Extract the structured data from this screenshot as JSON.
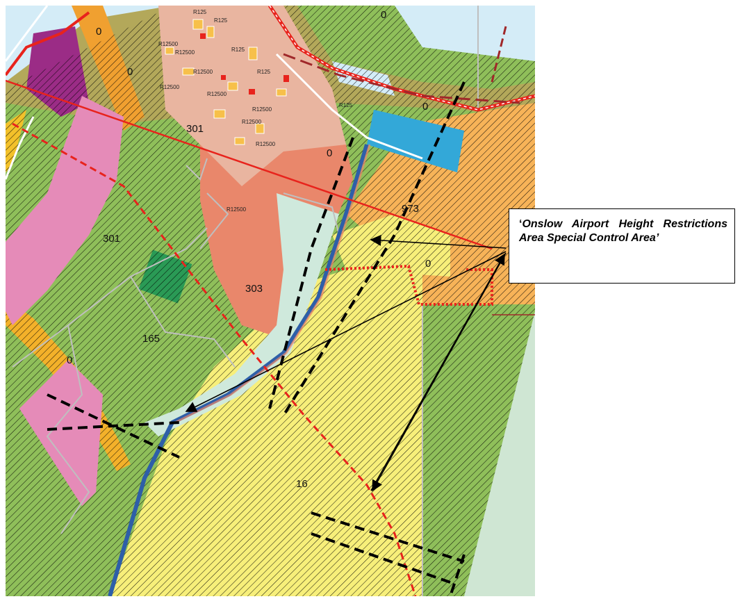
{
  "callout": {
    "open_quote": "‘",
    "text": "Onslow Airport Height Restrictions Area Special Control Area",
    "close_quote": "’"
  },
  "map": {
    "zone_labels": {
      "top": "0",
      "top_left": "0",
      "upper_left": "0",
      "right_top": "0",
      "centre_small": "0",
      "east_small": "0",
      "west_strip": "0",
      "l301a": "301",
      "l301b": "301",
      "l303": "303",
      "l973": "973",
      "l165": "165",
      "l16": "16"
    },
    "residential_codes": [
      "R125",
      "R125",
      "R12500",
      "R12500",
      "R125",
      "R12500",
      "R125",
      "R12500",
      "R12500",
      "R12500",
      "R125",
      "R12500",
      "R12500"
    ],
    "r12500_south": "R12500",
    "colors": {
      "sea": "#d4ecf7",
      "rural": "#8fbf5a",
      "hatched_yellow": "#f7ef7a",
      "urban": "#e9876b",
      "pink": "#e58bb8",
      "purple": "#9b2c86",
      "orange": "#f7b358",
      "mint": "#cfe9dc",
      "boundary_red": "#e8231c",
      "road_blue": "#2e5fa8"
    }
  }
}
